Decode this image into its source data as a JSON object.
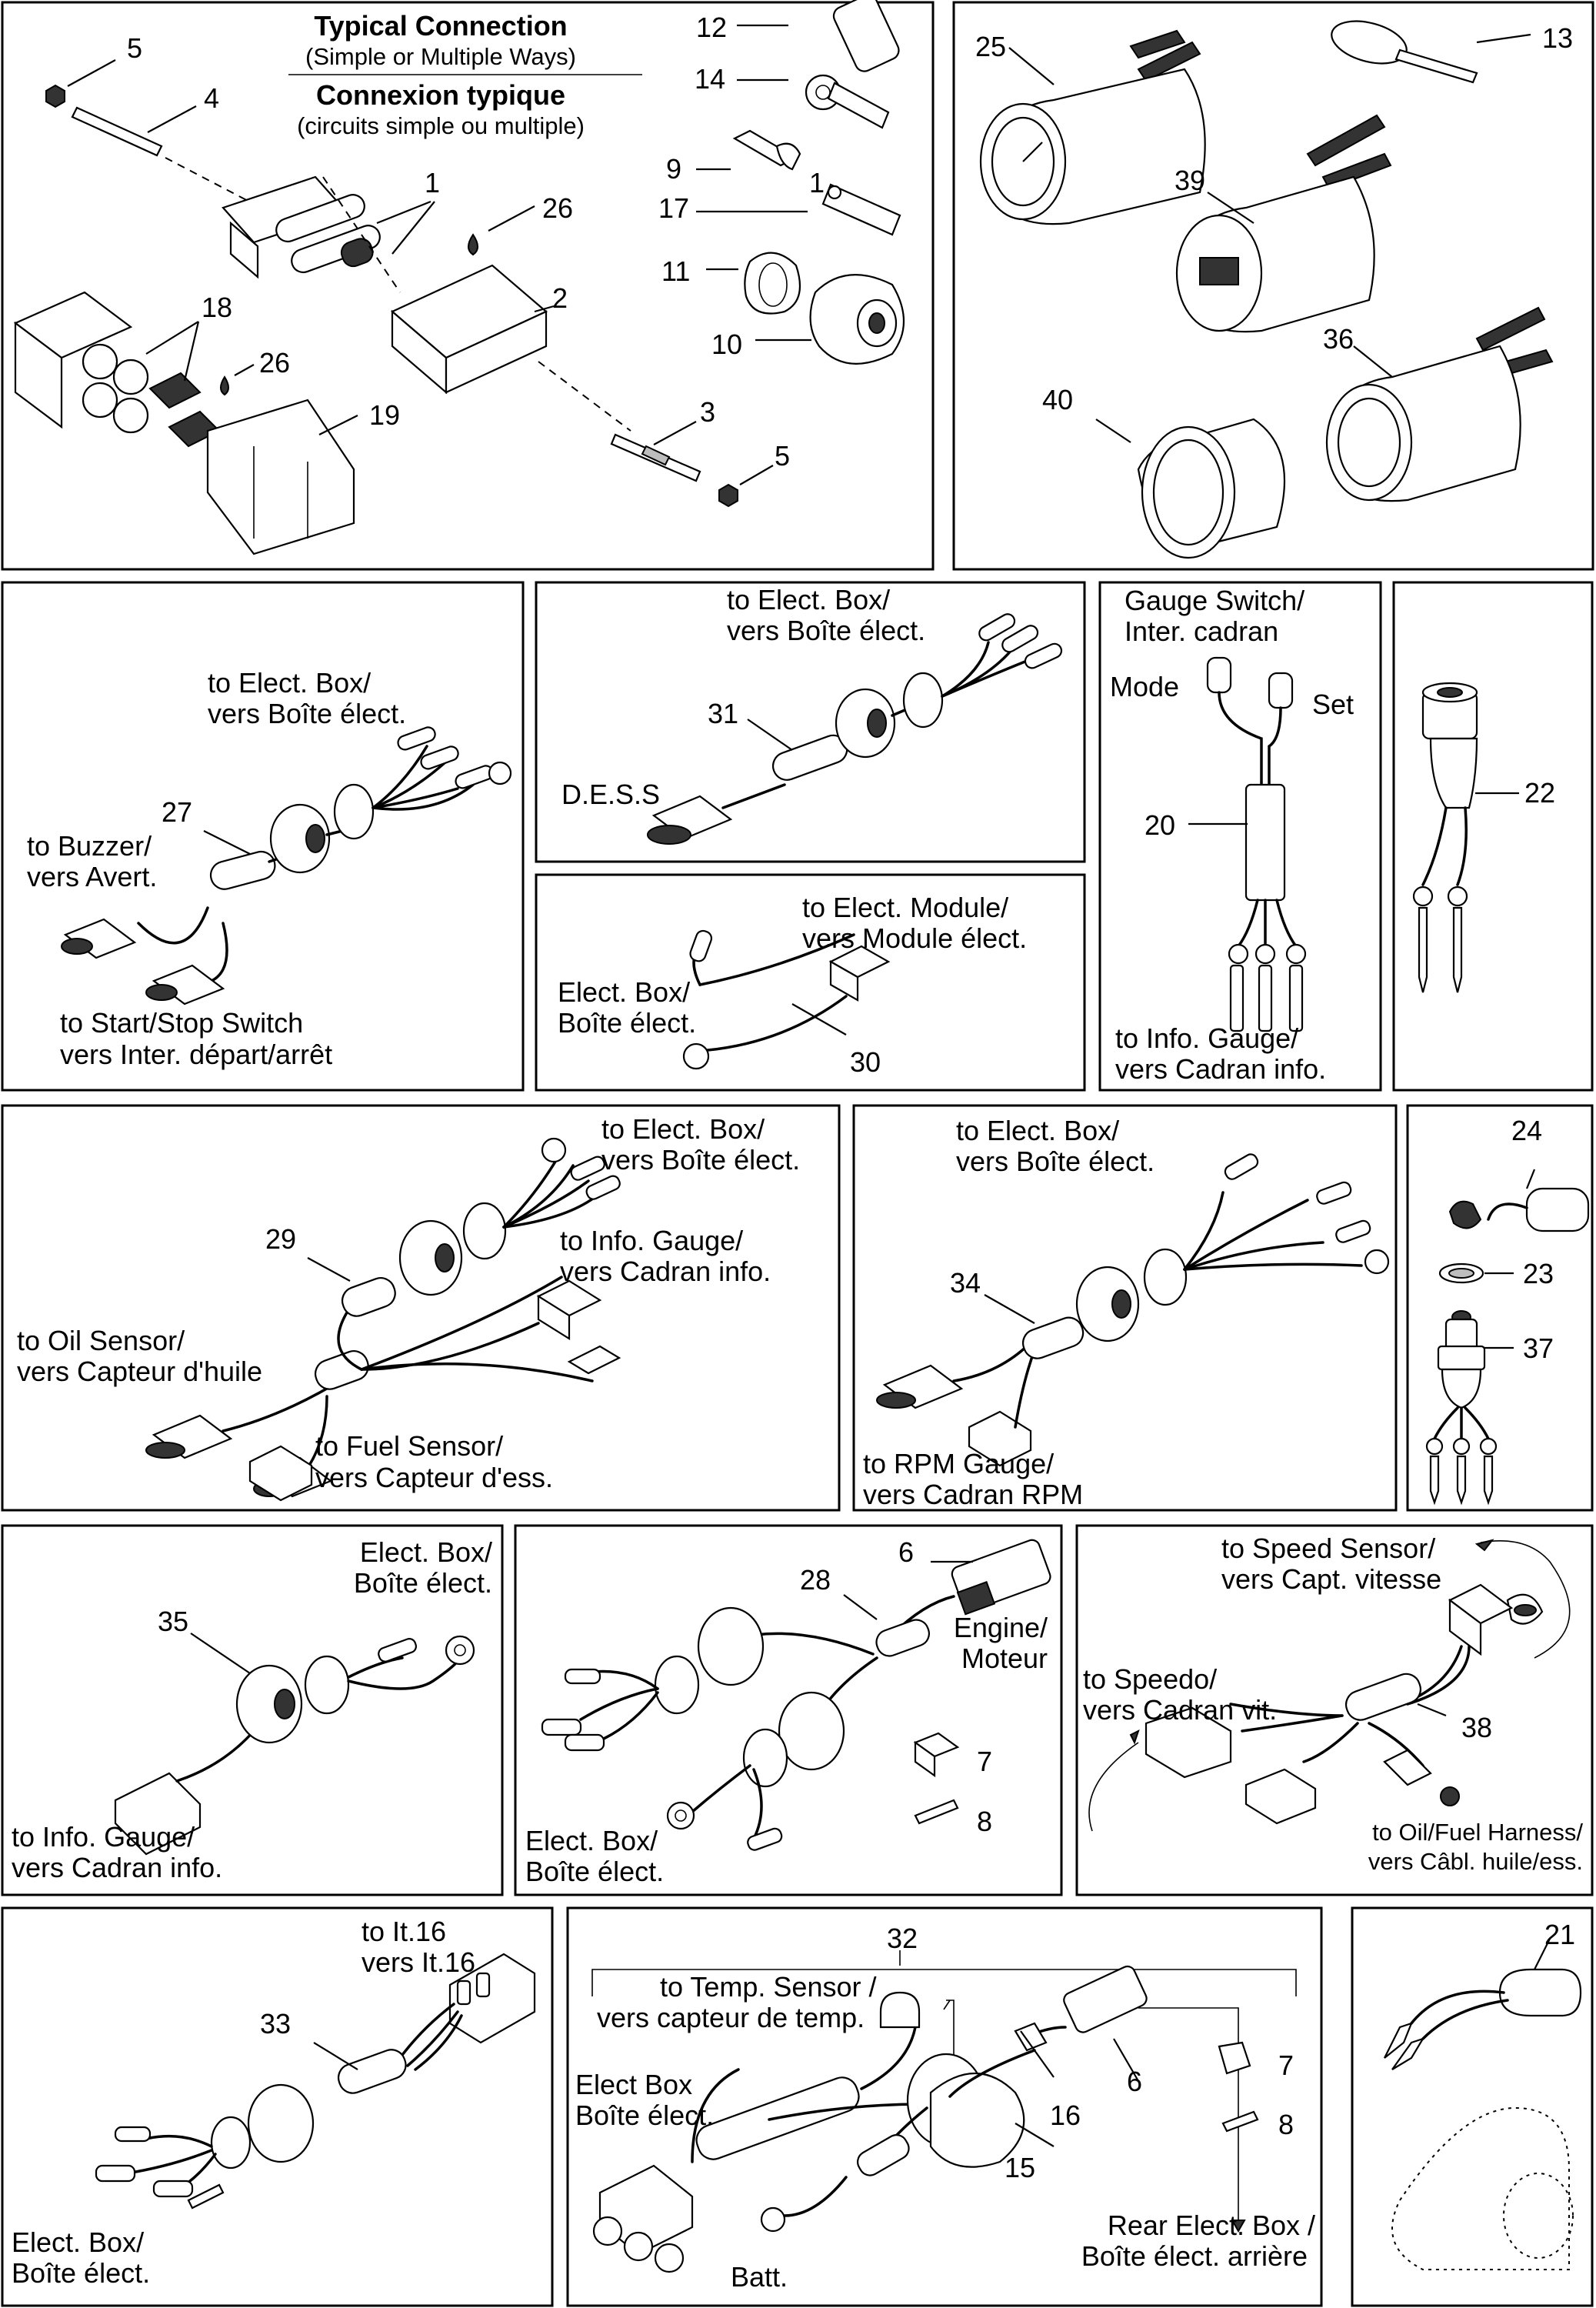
{
  "diagram": {
    "typical": {
      "title_en": "Typical Connection",
      "subtitle_en": "(Simple or Multiple Ways)",
      "title_fr": "Connexion typique",
      "subtitle_fr": "(circuits simple ou multiple)"
    },
    "part_numbers": [
      "1",
      "2",
      "3",
      "4",
      "5",
      "6",
      "7",
      "8",
      "9",
      "10",
      "11",
      "12",
      "13",
      "14",
      "15",
      "16",
      "17",
      "18",
      "19",
      "20",
      "21",
      "22",
      "23",
      "24",
      "25",
      "26",
      "27",
      "28",
      "29",
      "30",
      "31",
      "32",
      "33",
      "34",
      "35",
      "36",
      "37",
      "38",
      "39",
      "40"
    ],
    "labels": {
      "elect_box_p27": [
        "to Elect. Box/",
        "vers Boîte élect."
      ],
      "buzzer": [
        "to Buzzer/",
        "vers Avert."
      ],
      "start_stop": [
        "to Start/Stop Switch",
        "vers Inter. départ/arrêt"
      ],
      "elect_box_p31": [
        "to Elect. Box/",
        "vers Boîte élect."
      ],
      "dess": "D.E.S.S",
      "elect_module": [
        "to Elect. Module/",
        "vers Module élect."
      ],
      "elect_box_p30": [
        "Elect. Box/",
        "Boîte élect."
      ],
      "gauge_switch": [
        "Gauge Switch/",
        "Inter. cadran"
      ],
      "mode": "Mode",
      "set": "Set",
      "info_gauge_p20": [
        "to Info. Gauge/",
        "vers Cadran info."
      ],
      "elect_box_p29": [
        "to Elect. Box/",
        "vers Boîte élect."
      ],
      "info_gauge_p29": [
        "to Info. Gauge/",
        "vers Cadran info."
      ],
      "oil_sensor": [
        "to Oil Sensor/",
        "vers Capteur d'huile"
      ],
      "fuel_sensor": [
        "to Fuel Sensor/",
        "vers Capteur d'ess."
      ],
      "elect_box_p34": [
        "to Elect. Box/",
        "vers Boîte élect."
      ],
      "rpm_gauge": [
        "to RPM Gauge/",
        "vers Cadran RPM"
      ],
      "elect_box_p35": [
        "Elect. Box/",
        "Boîte élect."
      ],
      "info_gauge_p35": [
        "to Info. Gauge/",
        "vers Cadran info."
      ],
      "engine": [
        "Engine/",
        "Moteur"
      ],
      "elect_box_p28": [
        "Elect. Box/",
        "Boîte élect."
      ],
      "speed_sensor": [
        "to Speed Sensor/",
        "vers Capt. vitesse"
      ],
      "speedo": [
        "to Speedo/",
        "vers Cadran vit."
      ],
      "oil_fuel_harness": [
        "to Oil/Fuel Harness/",
        "vers Câbl. huile/ess."
      ],
      "it16": [
        "to It.16",
        "vers It.16"
      ],
      "elect_box_p33": [
        "Elect. Box/",
        "Boîte élect."
      ],
      "temp_sensor": [
        "to Temp. Sensor /",
        "vers capteur de temp."
      ],
      "elect_box_p32": [
        "Elect Box",
        "Boîte élect."
      ],
      "batt": "Batt.",
      "rear_elect_box": [
        "Rear Elect. Box /",
        "Boîte élect. arrière"
      ]
    }
  }
}
